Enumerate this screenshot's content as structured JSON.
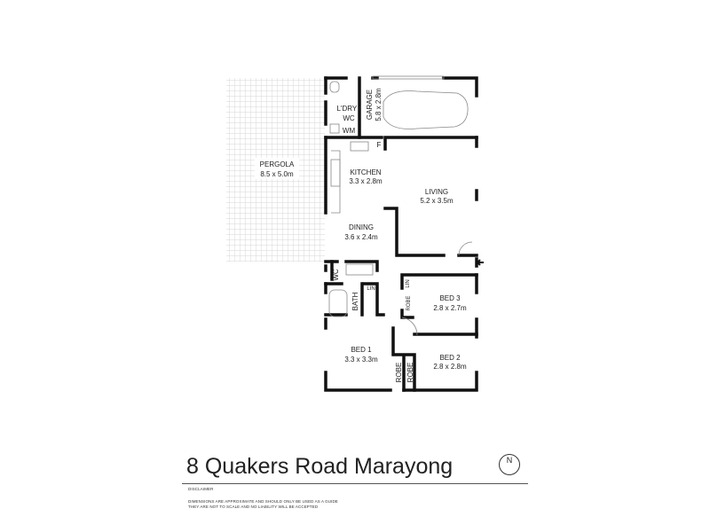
{
  "title": "8 Quakers Road Marayong",
  "disclaimer": {
    "heading": "DISCLAIMER",
    "line1": "DIMENSIONS ARE APPROXIMATE AND SHOULD ONLY BE USED AS A GUIDE",
    "line2": "THEY ARE NOT TO SCALE AND NO LIABILITY WILL BE ACCEPTED"
  },
  "north": "N",
  "rooms": {
    "pergola": {
      "name": "PERGOLA",
      "size": "8.5 x 5.0m"
    },
    "laundry": {
      "name": "L'DRY /",
      "name2": "WC"
    },
    "garage": {
      "name": "GARAGE",
      "size": "5.8 x 2.8m"
    },
    "kitchen": {
      "name": "KITCHEN",
      "size": "3.3 x 2.8m"
    },
    "living": {
      "name": "LIVING",
      "size": "5.2 x 3.5m"
    },
    "dining": {
      "name": "DINING",
      "size": "3.6 x 2.4m"
    },
    "bed1": {
      "name": "BED 1",
      "size": "3.3 x 3.3m"
    },
    "bed2": {
      "name": "BED 2",
      "size": "2.8 x 2.8m"
    },
    "bed3": {
      "name": "BED 3",
      "size": "2.8 x 2.7m"
    }
  },
  "fixtures": {
    "wm": "WM",
    "fridge": "F",
    "bath": "BATH",
    "wc": "WC",
    "lin": "LIN",
    "robe": "ROBE"
  }
}
